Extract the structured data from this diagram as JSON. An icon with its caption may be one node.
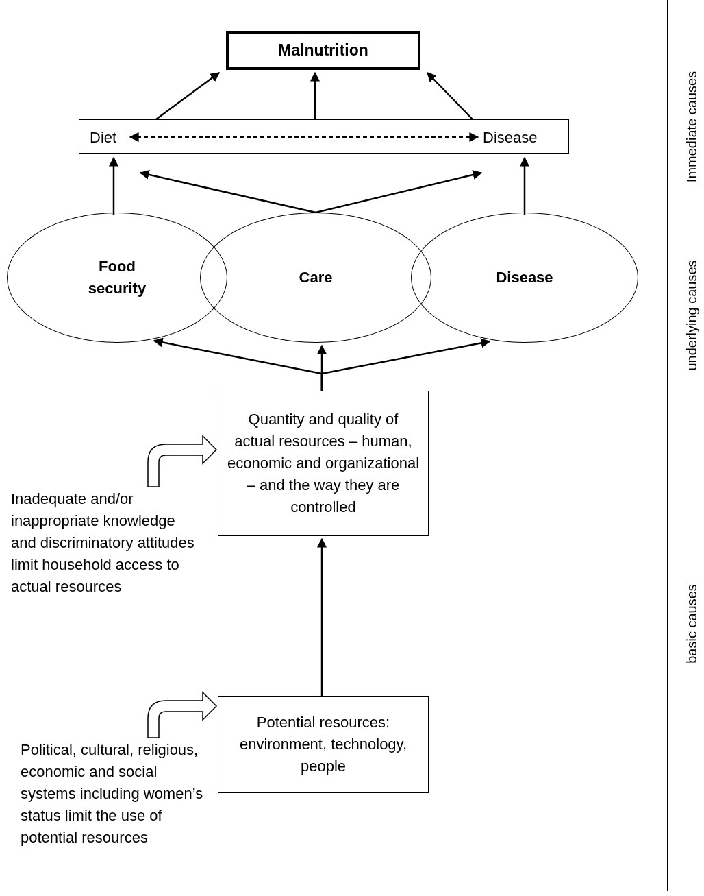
{
  "diagram": {
    "nodes": [
      {
        "text": [
          "Malnutrition"
        ]
      },
      {
        "text": [],
        "shape": "box"
      },
      {
        "text": [
          "Diet"
        ],
        "in": 1
      },
      {
        "text": [
          "Disease"
        ],
        "in": 1
      },
      {
        "text": [
          "Food security"
        ]
      },
      {
        "text": [
          "Care"
        ]
      },
      {
        "text": [
          "Disease"
        ]
      },
      {
        "text": [
          "Quantity and quality of actual resources – human, economic and organizational – and the way they are controlled"
        ]
      },
      {
        "text": [
          "Potential resources: environment, technology, people"
        ]
      },
      {
        "text": [
          "Inadequate and/or inappropriate knowledge and discriminatory attitudes limit household access to actual resources"
        ]
      },
      {
        "text": [
          "Political, cultural, religious, economic and social systems including women’s status limit the use of potential resources"
        ]
      }
    ],
    "edges": [
      {
        "from": 1,
        "to": 0,
        "arrow": "to"
      },
      {
        "from": 1,
        "to": 0,
        "arrow": "to"
      },
      {
        "from": 1,
        "to": 0,
        "arrow": "to"
      },
      {
        "from": 2,
        "to": 3,
        "arrow": "both",
        "style": "dashed"
      },
      {
        "from": 4,
        "to": 2,
        "arrow": "to"
      },
      {
        "from": 5,
        "to": 2,
        "arrow": "to"
      },
      {
        "from": 5,
        "to": 3,
        "arrow": "to"
      },
      {
        "from": 6,
        "to": 3,
        "arrow": "to"
      },
      {
        "from": 7,
        "to": 4,
        "arrow": "to"
      },
      {
        "from": 7,
        "to": 5,
        "arrow": "to"
      },
      {
        "from": 7,
        "to": 6,
        "arrow": "to"
      },
      {
        "from": 8,
        "to": 7,
        "arrow": "to"
      },
      {
        "from": 9,
        "to": 7,
        "arrow": "to"
      },
      {
        "from": 10,
        "to": 8,
        "arrow": "to"
      }
    ],
    "labels": [
      "Immediate causes",
      "underlying causes",
      "basic causes"
    ]
  }
}
